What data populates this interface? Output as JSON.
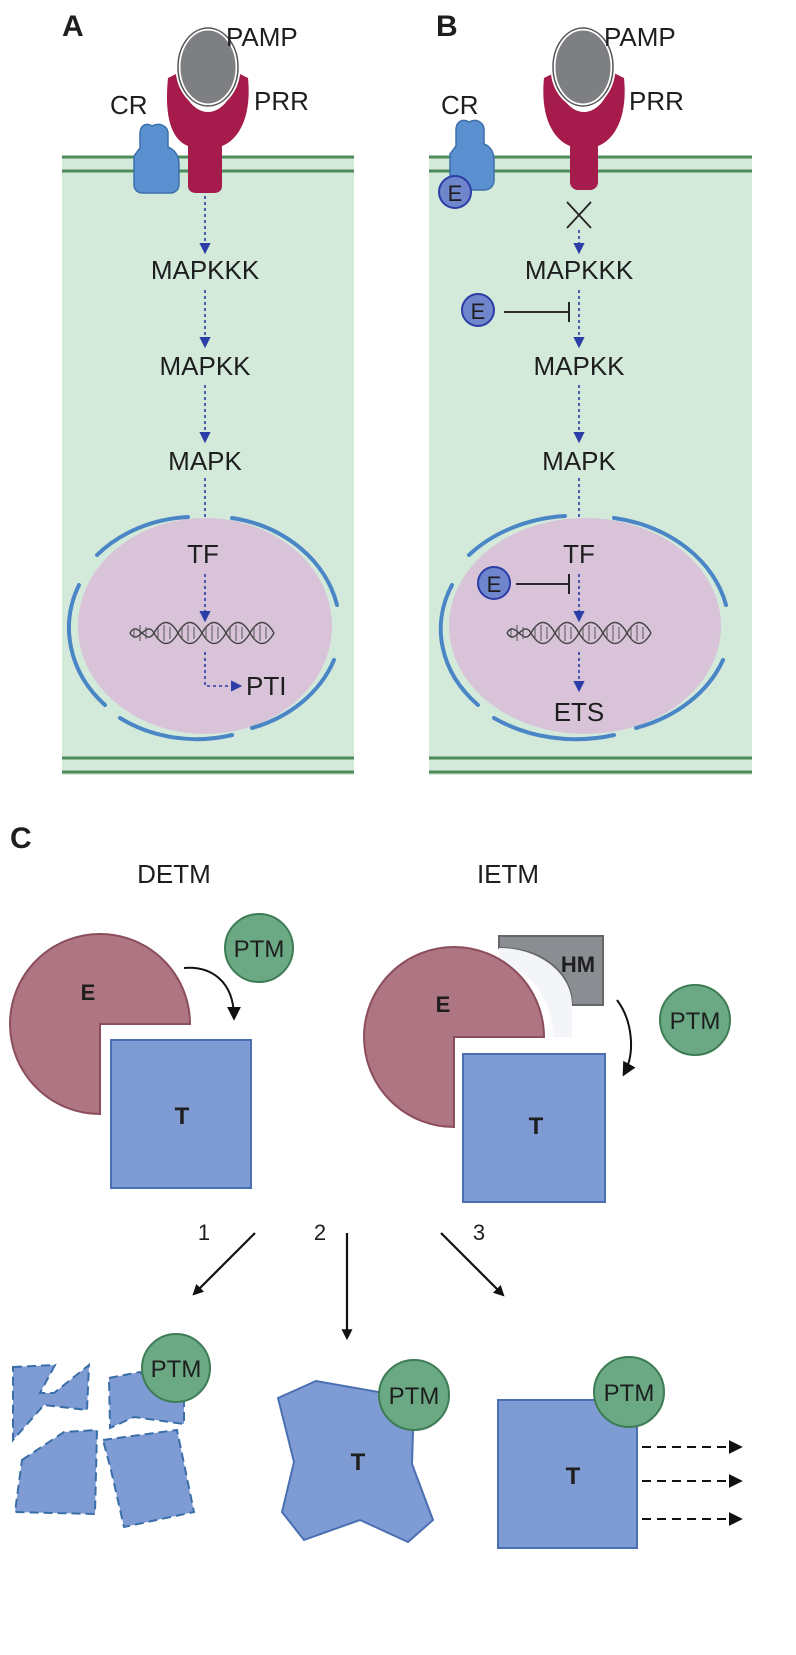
{
  "panel_a": {
    "letter": "A",
    "pamp": "PAMP",
    "prr": "PRR",
    "cr": "CR",
    "cascade": [
      "MAPKKK",
      "MAPKK",
      "MAPK"
    ],
    "tf": "TF",
    "output": "PTI"
  },
  "panel_b": {
    "letter": "B",
    "pamp": "PAMP",
    "prr": "PRR",
    "cr": "CR",
    "effector": "E",
    "cascade": [
      "MAPKKK",
      "MAPKK",
      "MAPK"
    ],
    "tf": "TF",
    "output": "ETS"
  },
  "panel_c": {
    "letter": "C",
    "detm_label": "DETM",
    "ietm_label": "IETM",
    "effector": "E",
    "target": "T",
    "ptm": "PTM",
    "host_mediator": "HM",
    "outcomes": [
      "1",
      "2",
      "3"
    ]
  },
  "colors": {
    "cell": "#d3eadb",
    "membrane": "#4f8a5b",
    "nucleus": "#d8c3d9",
    "envelope": "#4a86c6",
    "prr": "#a51c4c",
    "pamp": "#7d7f82",
    "cr": "#5a8fd0",
    "effector_small": "#6f86cc",
    "arrow_blue": "#2b3da6",
    "effector_big": "#ae7683",
    "target": "#7f9bd4",
    "ptm": "#6aa983",
    "hm": "#8a8d91"
  }
}
